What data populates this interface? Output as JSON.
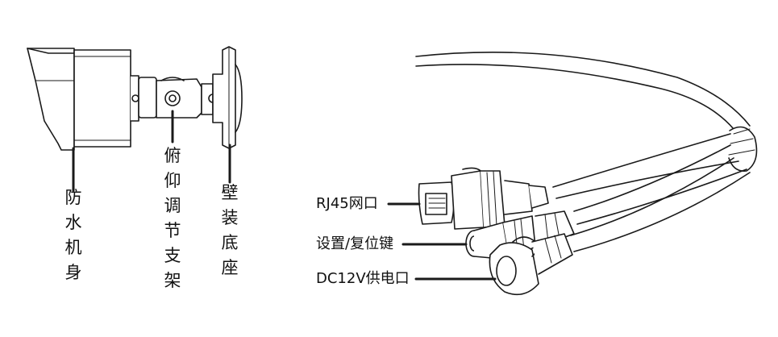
{
  "camera_labels": {
    "housing": "防水机身",
    "tilt_bracket": "俯仰调节支架",
    "wall_base": "壁装底座"
  },
  "cable_labels": {
    "rj45": "RJ45网口",
    "reset": "设置/复位键",
    "power": "DC12V供电口"
  }
}
